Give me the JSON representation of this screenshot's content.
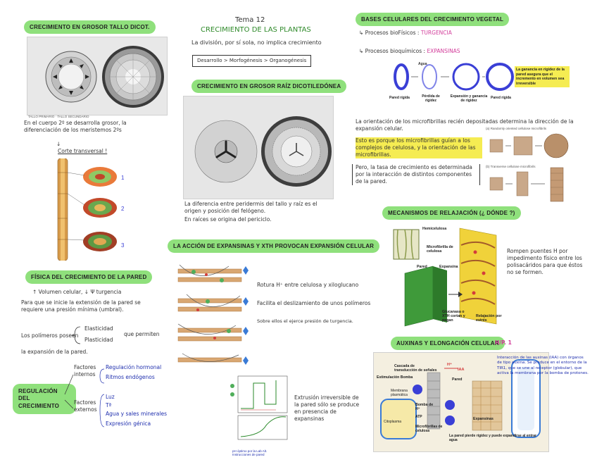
{
  "header": {
    "topic": "Tema 12",
    "title": "CRECIMIENTO DE LAS PLANTAS",
    "subtitle": "La división, por sí sola, no implica crecimiento",
    "sequence": "Desarrollo > Morfogénesis > Organogénesis"
  },
  "col1": {
    "h_secondary": "CRECIMIENTO EN GROSOR TALLO DICOT.",
    "note_secondary": "En el cuerpo 2º se desarrolla grosor, la diferenciación de los meristemos 2ºs",
    "note_transverse": "Corte transversal !",
    "h_physics": "FÍSICA DEL CRECIMIENTO DE LA PARED",
    "physics_line1": "↑ Volumen celular, ↓ Ψ turgencia",
    "physics_line2": "Para que se inicie la extensión de la pared se requiere una presión mínima (umbral).",
    "polymers_label": "Los polímeros poseen",
    "polymers_props": [
      "Elasticidad",
      "Plasticidad"
    ],
    "polymers_allow": "que permiten",
    "polymers_result": "la expansión de la pared.",
    "h_regulation": "REGULACIÓN DEL CRECIMIENTO",
    "internal_label": "Factores internos",
    "internal_items": [
      "Regulación hormonal",
      "Ritmos endógenos"
    ],
    "external_label": "Factores externos",
    "external_items": [
      "Luz",
      "Tª",
      "Agua y sales minerales",
      "Expresión génica"
    ]
  },
  "col2": {
    "h_diam": "CRECIMIENTO EN GROSOR RAÍZ DICOTILEDÓNEA",
    "note_diff": "La diferencia entre peridermis del tallo y raíz es el origen y posición del felógeno.",
    "note_origin": "En raíces se origina del periciclo.",
    "h_acid": "LA ACCIÓN DE EXPANSINAS Y XTH PROVOCAN EXPANSIÓN CELULAR",
    "acid_notes": [
      "Rotura H⁺ entre celulosa y xiloglucano",
      "Facilita el deslizamiento de unos polímeros",
      "Sobre ellos el ejerce presión de turgencia."
    ],
    "extrusion": "Extrusión irreversible de la pared sólo se produce en presencia de expansinas",
    "small_caption": "pH óptimo por la Lab Alt. Instrucciones de pared"
  },
  "col3": {
    "h_bases": "BASES CELULARES DEL CRECIMIENTO VEGETAL",
    "bullet1_label": "Procesos bioFísicos :",
    "bullet1_value": "TURGENCIA",
    "bullet2_label": "Procesos bioquímicos :",
    "bullet2_value": "EXPANSINAS",
    "ring_labels": [
      "Pared rígida",
      "Pérdida de rigidez",
      "Expansión y ganancia de rigidez",
      "Pared rígida"
    ],
    "ring_agua": "Agua",
    "ring_callout": "La ganancia en rigidez de la pared asegura que el incremento en volumen sea irreversible",
    "orient_note": "La orientación de los microfibrillas recién depositadas determina la dirección de la expansión celular.",
    "orient_yellow": "Esto es porque los microfibrillas guían a los complejos de celulosa, y la orientación de las microfibrillas.",
    "orient_box": "Pero, la tasa de crecimiento es determinada por la interacción de distintos componentes de la pared.",
    "orient_fig_a": "(a) Randomly oriented cellulose microfibrils",
    "orient_fig_b": "(b) Transverse cellulose microfibrils",
    "h_relax": "MECANISMOS DE RELAJACIÓN (¿ DÓNDE ?)",
    "relax_labels": [
      "Hemicelulosa",
      "Microfibrilla de celulosa",
      "Pared",
      "Expansina",
      "Glucanasa o XTH cortan y pegan",
      "Relajación por estrés"
    ],
    "relax_note": "Rompen puentes H por impedimento físico entre los polisacáridos para que éstos no se formen.",
    "h_auxin": "AUXINAS Y ELONGACIÓN CELULAR",
    "h_auxin_tag": "H/P. 1",
    "auxin_notes": "Interacción de las auxinas (IAA) con órganos de tipo auxina. Se produce en el entorno de la TIR1, que se une al receptor (globular), que activa la membrana por la bomba de protones.",
    "auxin_labels": [
      "Cascada de transducción de señales",
      "Estimulación Bomba",
      "Pared",
      "Membrana plasmática",
      "Bomba de H⁺",
      "Microfibrillas de celulosa",
      "Expansinas",
      "Citoplasma",
      "La pared pierde rigidez y puede expandirse al entrar agua"
    ],
    "auxin_symbols": [
      "H⁺",
      "IAA",
      "ATP"
    ]
  },
  "colors": {
    "highlight_green": "#8fe07c",
    "highlight_yellow": "#f5ec52",
    "pink_ink": "#d23c9a",
    "blue_ink": "#1f2fae",
    "ring_blue": "#3a3fd6"
  }
}
